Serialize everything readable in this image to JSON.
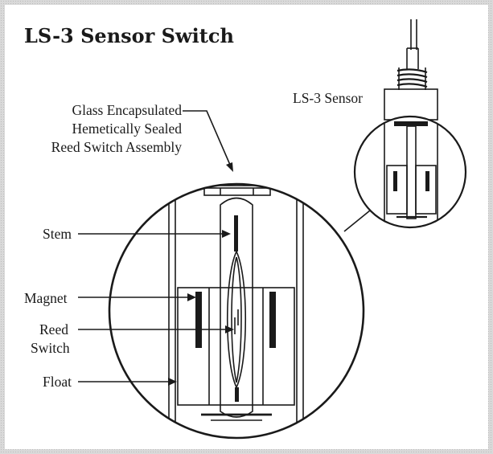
{
  "title": "LS-3 Sensor Switch",
  "labels": {
    "sensor": "LS-3 Sensor",
    "assembly_line1": "Glass Encapsulated",
    "assembly_line2": "Hemetically Sealed",
    "assembly_line3": "Reed Switch Assembly",
    "stem": "Stem",
    "magnet": "Magnet",
    "reed_line1": "Reed",
    "reed_line2": "Switch",
    "float": "Float"
  },
  "colors": {
    "ink": "#1a1a1a",
    "background": "#ffffff",
    "border": "#d9d9d9"
  }
}
